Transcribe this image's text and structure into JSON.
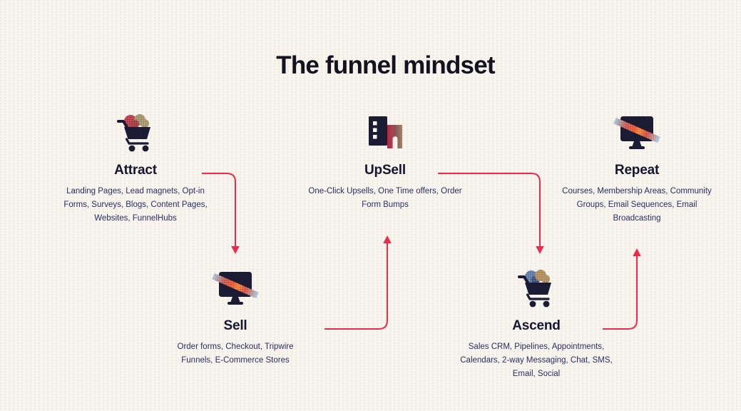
{
  "page": {
    "title": "The funnel mindset",
    "background_color": "#f8f4ee",
    "arrow_color": "#ee2a4c",
    "title_color": "#14121f",
    "heading_color": "#16152f",
    "body_text_color": "#2b2e63"
  },
  "nodes": {
    "attract": {
      "label": "Attract",
      "icon": "shopping-cart-icon",
      "description": "Landing Pages, Lead magnets, Opt-in Forms, Surveys, Blogs, Content Pages, Websites, FunnelHubs"
    },
    "sell": {
      "label": "Sell",
      "icon": "monitor-icon",
      "description": "Order forms, Checkout, Tripwire Funnels, E-Commerce Stores"
    },
    "upsell": {
      "label": "UpSell",
      "icon": "buildings-icon",
      "description": "One-Click Upsells, One Time offers, Order Form Bumps"
    },
    "ascend": {
      "label": "Ascend",
      "icon": "shopping-cart-icon",
      "description": "Sales CRM, Pipelines, Appointments, Calendars, 2-way Messaging, Chat, SMS, Email, Social"
    },
    "repeat": {
      "label": "Repeat",
      "icon": "monitor-icon",
      "description": "Courses, Membership Areas, Community Groups, Email Sequences, Email Broadcasting"
    }
  },
  "connections": [
    {
      "from": "Attract",
      "to": "Sell"
    },
    {
      "from": "Sell",
      "to": "UpSell"
    },
    {
      "from": "UpSell",
      "to": "Ascend"
    },
    {
      "from": "Ascend",
      "to": "Repeat"
    }
  ]
}
